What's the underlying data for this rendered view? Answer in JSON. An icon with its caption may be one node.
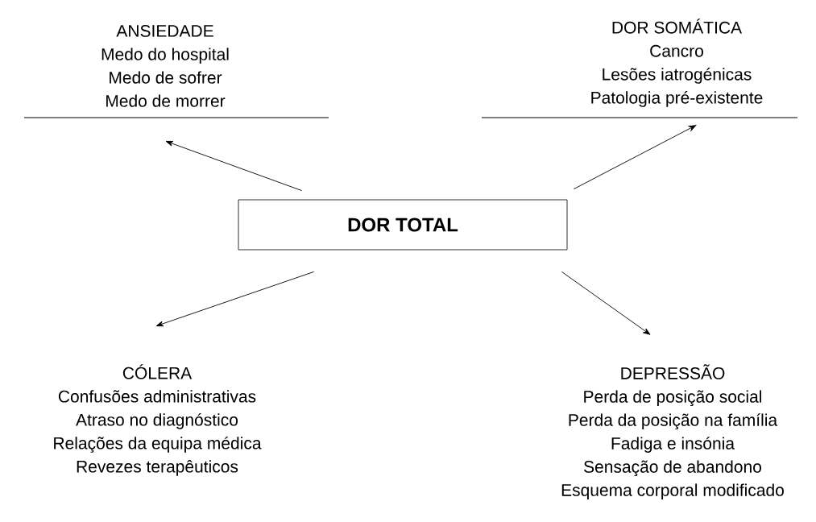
{
  "diagram": {
    "nodes": [
      {
        "text": [
          "DOR TOTAL"
        ]
      },
      {
        "text": [
          "ANSIEDADE",
          "Medo do hospital",
          "Medo de sofrer",
          "Medo de morrer"
        ]
      },
      {
        "text": [
          "DOR SOMÁTICA",
          "Cancro",
          "Lesões iatrogénicas",
          "Patologia pré-existente"
        ]
      },
      {
        "text": [
          "CÓLERA",
          "Confusões administrativas",
          "Atraso no diagnóstico",
          "Relações da equipa médica",
          "Revezes terapêuticos"
        ]
      },
      {
        "text": [
          "DEPRESSÃO",
          "Perda de posição social",
          "Perda da posição na família",
          "Fadiga e insónia",
          "Sensação de abandono",
          "Esquema corporal modificado"
        ]
      }
    ],
    "edges": [
      {
        "from": 0,
        "to": 1,
        "arrow": "to"
      },
      {
        "from": 0,
        "to": 2,
        "arrow": "to"
      },
      {
        "from": 0,
        "to": 3,
        "arrow": "to"
      },
      {
        "from": 0,
        "to": 4,
        "arrow": "to"
      }
    ]
  }
}
